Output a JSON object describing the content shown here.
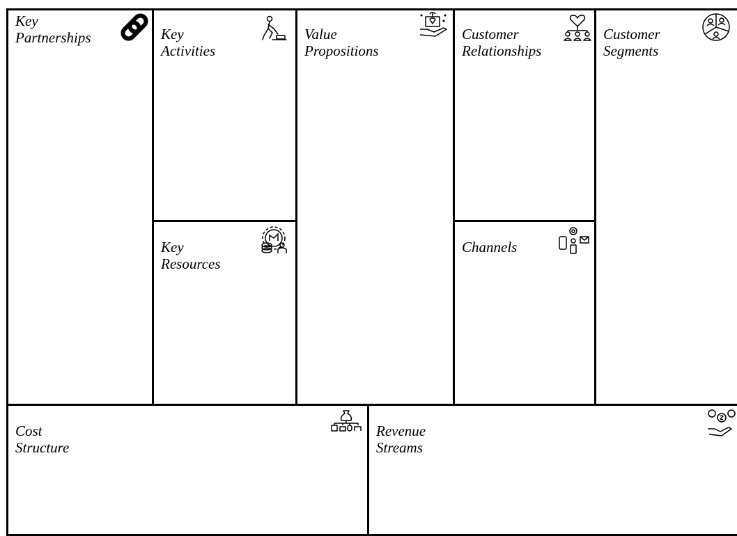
{
  "canvas": {
    "key_partnerships": {
      "title": "Key\nPartnerships",
      "icon": "link-icon"
    },
    "key_activities": {
      "title": "Key\nActivities",
      "icon": "worker-icon"
    },
    "key_resources": {
      "title": "Key\nResources",
      "icon": "gear-resources-icon"
    },
    "value_propositions": {
      "title": "Value\nPropositions",
      "icon": "gift-hand-icon"
    },
    "customer_relationships": {
      "title": "Customer\nRelationships",
      "icon": "heart-people-icon"
    },
    "channels": {
      "title": "Channels",
      "icon": "devices-channels-icon"
    },
    "customer_segments": {
      "title": "Customer\nSegments",
      "icon": "segments-circle-icon"
    },
    "cost_structure": {
      "title": "Cost\nStructure",
      "icon": "money-bag-tree-icon"
    },
    "revenue_streams": {
      "title": "Revenue\nStreams",
      "icon": "coins-hand-icon"
    }
  },
  "colors": {
    "border": "#000000",
    "background": "#ffffff",
    "text": "#000000"
  }
}
